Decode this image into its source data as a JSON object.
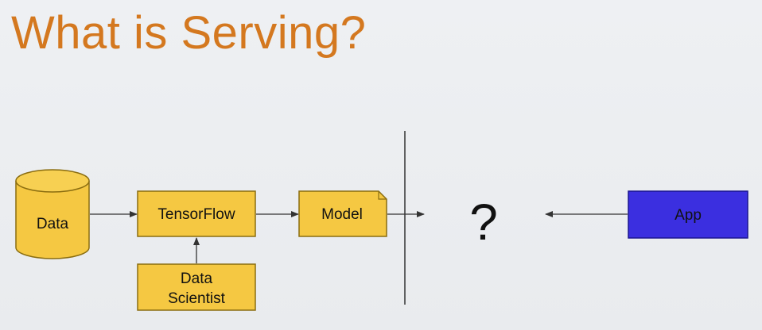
{
  "slide": {
    "title": "What is Serving?"
  },
  "diagram": {
    "nodes": {
      "data": "Data",
      "tensorflow": "TensorFlow",
      "model": "Model",
      "scientist_line1": "Data",
      "scientist_line2": "Scientist",
      "unknown": "?",
      "app": "App"
    },
    "colors": {
      "title": "#d4781f",
      "yellow_fill": "#f5c842",
      "yellow_stroke": "#8a6d10",
      "app_fill": "#3b2fe0",
      "app_stroke": "#1a1590",
      "line": "#333333"
    }
  }
}
